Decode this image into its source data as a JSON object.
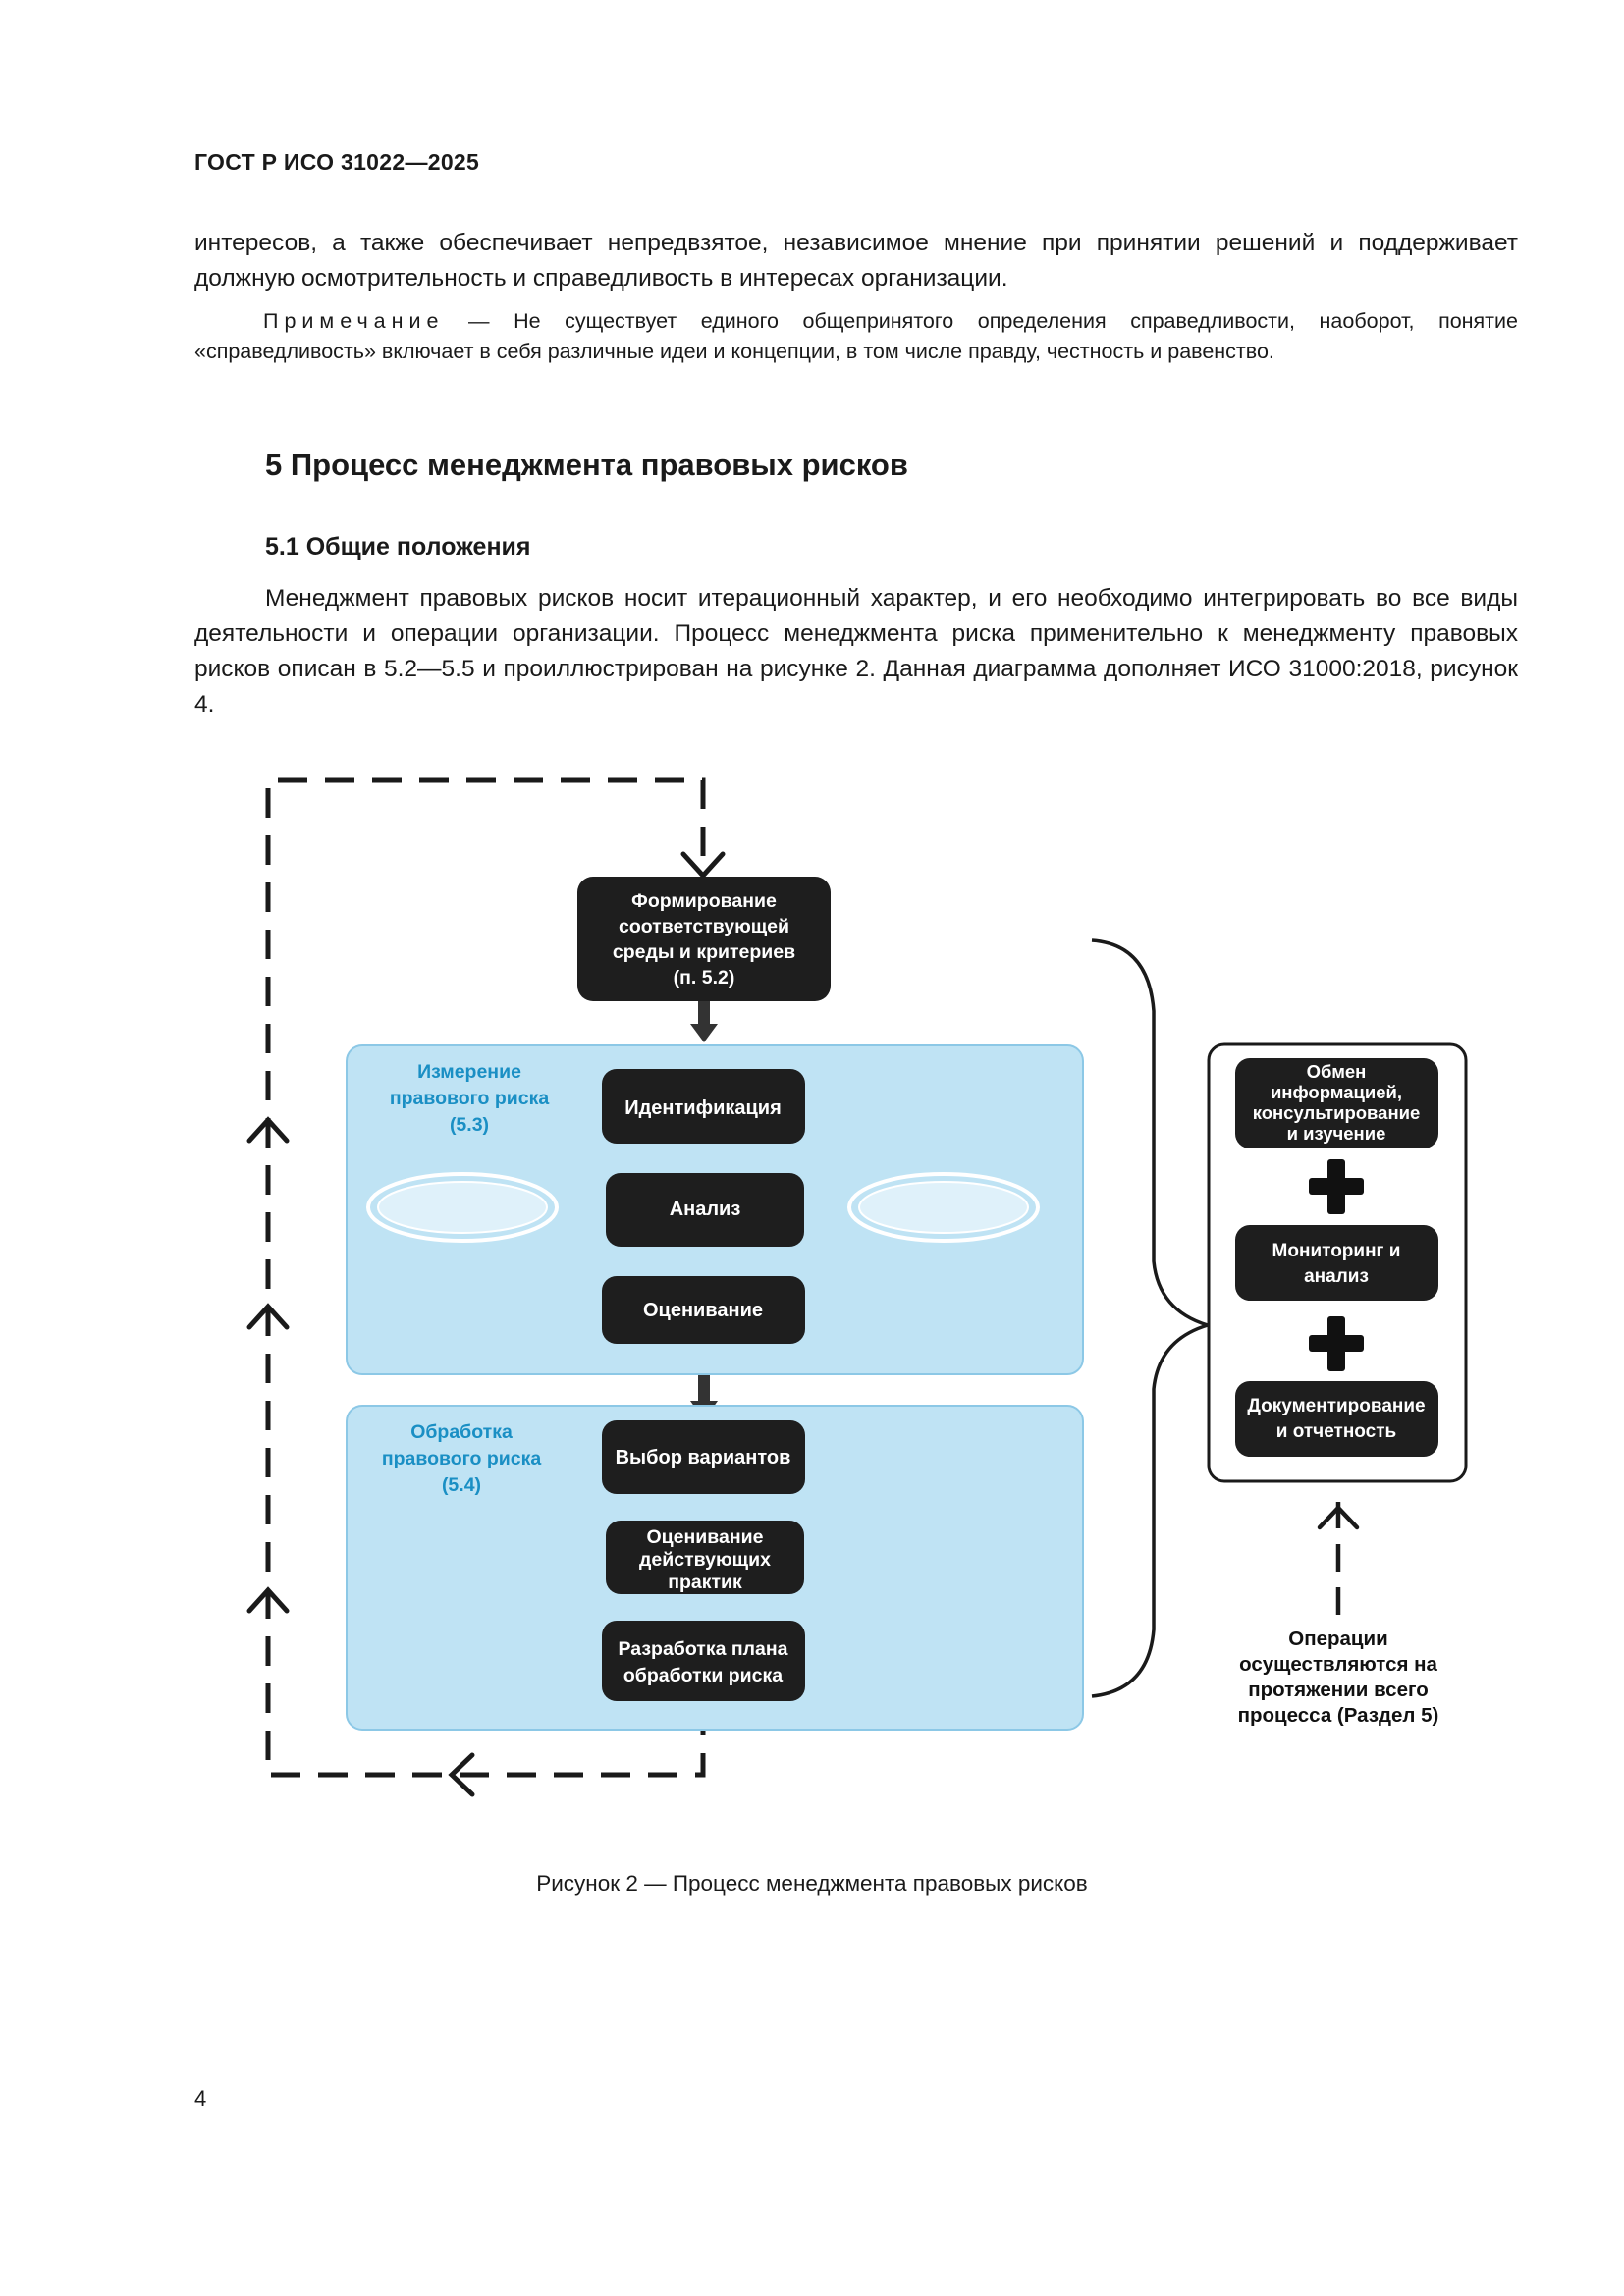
{
  "header": {
    "doc_id": "ГОСТ Р ИСО 31022—2025"
  },
  "body": {
    "paragraph_continued": "интересов, а также обеспечивает непредвзятое, независимое мнение при принятии решений и поддерживает должную осмотрительность и справедливость в интересах организации.",
    "note_label": "Примечание",
    "note_text": "— Не существует единого общепринятого определения справедливости, наоборот, понятие «справедливость» включает в себя различные идеи и концепции, в том числе правду, честность и равенство.",
    "section_title": "5 Процесс менеджмента правовых рисков",
    "subsection_title": "5.1 Общие положения",
    "paragraph_main": "Менеджмент правовых рисков носит итерационный характер, и его необходимо интегрировать во все виды деятельности и операции организации. Процесс менеджмента риска применительно к менеджменту правовых рисков описан в 5.2—5.5 и проиллюстрирован на рисунке 2. Данная диаграмма дополняет ИСО 31000:2018, рисунок 4."
  },
  "figure": {
    "context_box": [
      "Формирование",
      "соответствующей",
      "среды и критериев",
      "(п. 5.2)"
    ],
    "measurement_group": {
      "label": [
        "Измерение",
        "правового риска",
        "(5.3)"
      ]
    },
    "steps_measure": {
      "identification": "Идентификация",
      "analysis": "Анализ",
      "evaluation": "Оценивание"
    },
    "treatment_group": {
      "label": [
        "Обработка",
        "правового риска",
        "(5.4)"
      ]
    },
    "steps_treat": {
      "options": "Выбор вариантов",
      "practices": [
        "Оценивание",
        "действующих",
        "практик"
      ],
      "plan": [
        "Разработка плана",
        "обработки риска"
      ]
    },
    "side_panel": {
      "communication": [
        "Обмен",
        "информацией,",
        "консультирование",
        "и изучение"
      ],
      "monitoring": [
        "Мониторинг и",
        "анализ"
      ],
      "documentation": [
        "Документирование",
        "и отчетность"
      ]
    },
    "operations_note": [
      "Операции",
      "осуществляются на",
      "протяжении всего",
      "процесса (Раздел 5)"
    ],
    "colors": {
      "dark_box": "#1e1e1e",
      "group_fill": "#bfe3f4",
      "group_label": "#1a8fc4",
      "plus": "#111111"
    }
  },
  "caption": "Рисунок 2 — Процесс менеджмента правовых рисков",
  "page_number": "4"
}
